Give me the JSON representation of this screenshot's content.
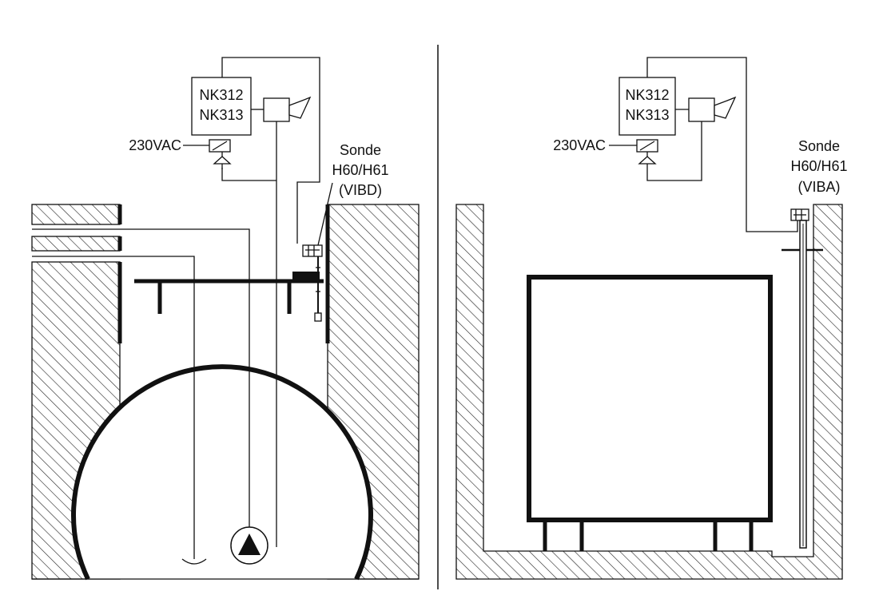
{
  "left_panel": {
    "controller_line1": "NK312",
    "controller_line2": "NK313",
    "power_label": "230VAC",
    "probe_line1": "Sonde",
    "probe_line2": "H60/H61",
    "probe_line3": "(VIBD)"
  },
  "right_panel": {
    "controller_line1": "NK312",
    "controller_line2": "NK313",
    "power_label": "230VAC",
    "probe_line1": "Sonde",
    "probe_line2": "H60/H61",
    "probe_line3": "(VIBA)"
  },
  "colors": {
    "line": "#111111",
    "background": "#ffffff"
  }
}
